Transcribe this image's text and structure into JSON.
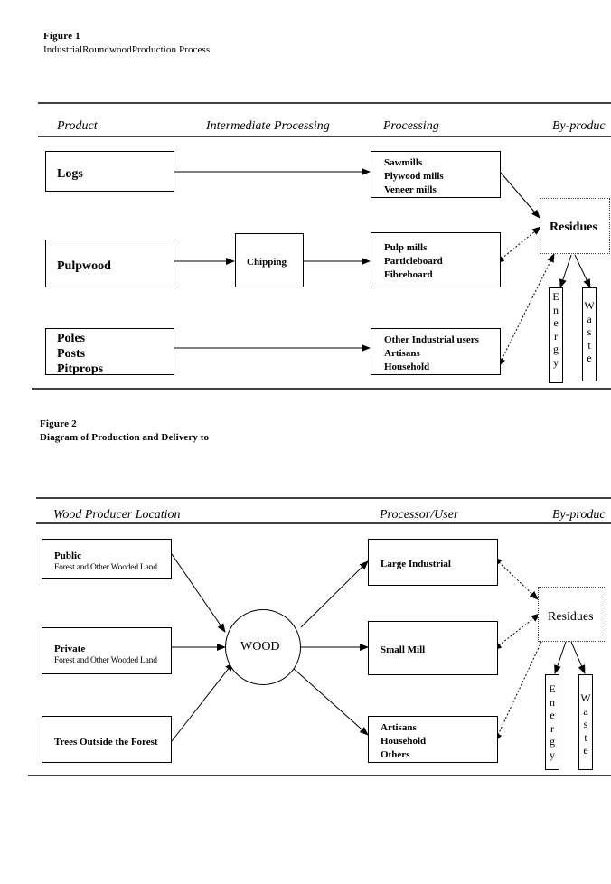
{
  "figure1": {
    "label": "Figure 1",
    "caption": "IndustrialRoundwoodProduction Process",
    "headers": {
      "product": "Product",
      "intermediate": "Intermediate Processing",
      "processing": "Processing",
      "byproduct": "By-produc"
    },
    "products": {
      "logs": "Logs",
      "pulpwood": "Pulpwood",
      "poles": [
        "Poles",
        "Posts",
        "Pitprops"
      ]
    },
    "intermediate": "Chipping",
    "processing": {
      "top": [
        "Sawmills",
        "Plywood mills",
        "Veneer mills"
      ],
      "middle": [
        "Pulp mills",
        "Particleboard",
        "Fibreboard"
      ],
      "bottom": [
        "Other Industrial users",
        "Artisans",
        "Household"
      ]
    },
    "residues": "Residues",
    "energy": [
      "E",
      "n",
      "e",
      "r",
      "g",
      "y"
    ],
    "waste": [
      "W",
      "a",
      "s",
      "t",
      "e"
    ]
  },
  "figure2": {
    "label": "Figure 2",
    "caption": "Diagram of Production and Delivery to",
    "headers": {
      "location": "Wood Producer Location",
      "processor": "Processor/User",
      "byproduct": "By-produc"
    },
    "sources": {
      "public": {
        "title": "Public",
        "sub": "Forest and Other Wooded Land"
      },
      "private": {
        "title": "Private",
        "sub": "Forest and Other Wooded Land"
      },
      "trees": {
        "title": "Trees Outside the Forest"
      }
    },
    "center": "WOOD",
    "users": {
      "large": "Large Industrial",
      "small": "Small Mill",
      "others": [
        "Artisans",
        "Household",
        "Others"
      ]
    },
    "residues": "Residues",
    "energy": [
      "E",
      "n",
      "e",
      "r",
      "g",
      "y"
    ],
    "waste": [
      "W",
      "a",
      "s",
      "t",
      "e"
    ]
  }
}
